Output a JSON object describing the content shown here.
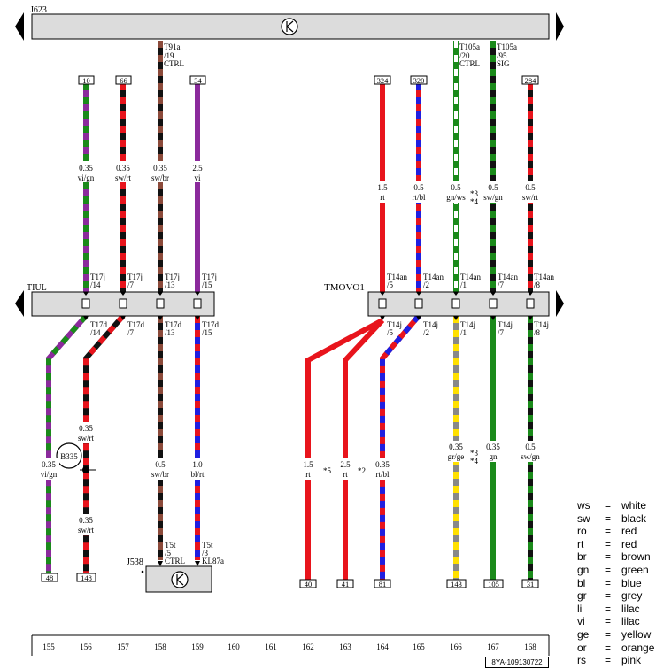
{
  "components": {
    "top_unit": "J623",
    "bottom_unit": "J538",
    "left_connector": "TIUL",
    "right_connector": "TMOVO1",
    "sensor": "B335"
  },
  "columns": [
    "155",
    "156",
    "157",
    "158",
    "159",
    "160",
    "161",
    "162",
    "163",
    "164",
    "165",
    "166",
    "167",
    "168"
  ],
  "legend": [
    {
      "code": "ws",
      "eq": "=",
      "name": "white"
    },
    {
      "code": "sw",
      "eq": "=",
      "name": "black"
    },
    {
      "code": "ro",
      "eq": "=",
      "name": "red"
    },
    {
      "code": "rt",
      "eq": "=",
      "name": "red"
    },
    {
      "code": "br",
      "eq": "=",
      "name": "brown"
    },
    {
      "code": "gn",
      "eq": "=",
      "name": "green"
    },
    {
      "code": "bl",
      "eq": "=",
      "name": "blue"
    },
    {
      "code": "gr",
      "eq": "=",
      "name": "grey"
    },
    {
      "code": "li",
      "eq": "=",
      "name": "lilac"
    },
    {
      "code": "vi",
      "eq": "=",
      "name": "lilac"
    },
    {
      "code": "ge",
      "eq": "=",
      "name": "yellow"
    },
    {
      "code": "or",
      "eq": "=",
      "name": "orange"
    },
    {
      "code": "rs",
      "eq": "=",
      "name": "pink"
    }
  ],
  "doc_id": "8YA-109130722",
  "colors": {
    "vi": "#8b2a9c",
    "gn": "#1a8a1a",
    "sw": "#111111",
    "rt": "#e8141c",
    "br": "#8b4a3a",
    "bl": "#1f1fe0",
    "ws": "#ffffff",
    "gr": "#888888",
    "ge": "#ffe000",
    "bar": "#dcdcdc"
  },
  "top_refs": {
    "c156": "10",
    "c157": "66",
    "c159": "34",
    "c164": "324",
    "c165": "320",
    "c168": "284"
  },
  "top_pins": {
    "c158_a": "T91a",
    "c158_b": "/19",
    "c158_c": "CTRL",
    "c166_a": "T105a",
    "c166_b": "/20",
    "c166_c": "CTRL",
    "c167_a": "T105a",
    "c167_b": "/95",
    "c167_c": "SIG"
  },
  "wires_upper": {
    "c156_s": "0.35",
    "c156_c": "vi/gn",
    "c157_s": "0.35",
    "c157_c": "sw/rt",
    "c158_s": "0.35",
    "c158_c": "sw/br",
    "c159_s": "2.5",
    "c159_c": "vi",
    "c164_s": "1.5",
    "c164_c": "rt",
    "c165_s": "0.5",
    "c165_c": "rt/bl",
    "c166_s": "0.5",
    "c166_c": "gn/ws",
    "c167_s": "0.5",
    "c167_c": "sw/gn",
    "c168_s": "0.5",
    "c168_c": "sw/rt"
  },
  "notes": {
    "n3": "*3",
    "n4": "*4",
    "n5": "*5",
    "n2": "*2"
  },
  "left_pins_top": {
    "p156_a": "T17j",
    "p156_b": "/14",
    "p157_a": "T17j",
    "p157_b": "/7",
    "p158_a": "T17j",
    "p158_b": "/13",
    "p159_a": "T17j",
    "p159_b": "/15"
  },
  "left_pins_bottom": {
    "p156_a": "T17d",
    "p156_b": "/14",
    "p157_a": "T17d",
    "p157_b": "/7",
    "p158_a": "T17d",
    "p158_b": "/13",
    "p159_a": "T17d",
    "p159_b": "/15"
  },
  "right_pins_top": {
    "p164_a": "T14an",
    "p164_b": "/5",
    "p165_a": "T14an",
    "p165_b": "/2",
    "p166_a": "T14an",
    "p166_b": "/1",
    "p167_a": "T14an",
    "p167_b": "/7",
    "p168_a": "T14an",
    "p168_b": "/8"
  },
  "right_pins_bottom": {
    "p164_a": "T14j",
    "p164_b": "/5",
    "p165_a": "T14j",
    "p165_b": "/2",
    "p166_a": "T14j",
    "p166_b": "/1",
    "p167_a": "T14j",
    "p167_b": "/7",
    "p168_a": "T14j",
    "p168_b": "/8"
  },
  "wires_lower": {
    "w155_s": "0.35",
    "w155_c": "vi/gn",
    "w156a_s": "0.35",
    "w156a_c": "sw/rt",
    "w156b_s": "0.35",
    "w156b_c": "sw/rt",
    "w158_s": "0.5",
    "w158_c": "sw/br",
    "w159_s": "1.0",
    "w159_c": "bl/rt",
    "w162_s": "1.5",
    "w162_c": "rt",
    "w163_s": "2.5",
    "w163_c": "rt",
    "w164_s": "0.35",
    "w164_c": "rt/bl",
    "w166_s": "0.35",
    "w166_c": "gr/ge",
    "w167_s": "0.35",
    "w167_c": "gn",
    "w168_s": "0.5",
    "w168_c": "sw/gn"
  },
  "bottom_pins": {
    "c158_a": "T5t",
    "c158_b": "/5",
    "c158_c": "CTRL",
    "c159_a": "T5t",
    "c159_b": "/3",
    "c159_c": "KL87a"
  },
  "bottom_refs": {
    "c155": "48",
    "c156": "148",
    "c162": "40",
    "c163": "41",
    "c164": "81",
    "c166": "143",
    "c167": "105",
    "c168": "31"
  }
}
